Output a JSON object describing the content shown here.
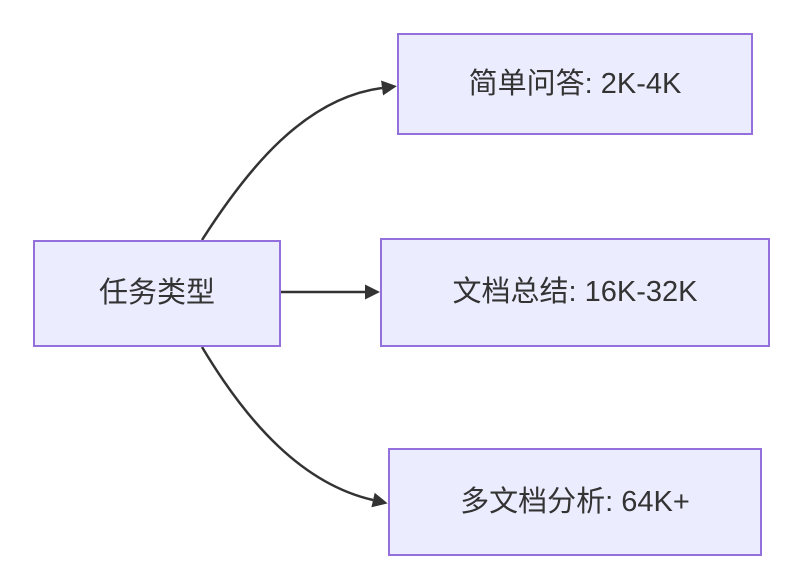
{
  "diagram": {
    "type": "flowchart",
    "direction": "left-to-right",
    "colors": {
      "background": "#FFFFFF",
      "node_fill": "#ECECFF",
      "node_border": "#9370DB",
      "edge_color": "#333333",
      "text_color": "#333333"
    },
    "nodes": {
      "root": {
        "id": "root",
        "label": "任务类型"
      },
      "simple_qa": {
        "id": "simple_qa",
        "label": "简单问答: 2K-4K"
      },
      "doc_sum": {
        "id": "doc_sum",
        "label": "文档总结: 16K-32K"
      },
      "multi_doc": {
        "id": "multi_doc",
        "label": "多文档分析: 64K+"
      }
    },
    "edges": [
      {
        "from": "root",
        "to": "simple_qa",
        "style": "curved-up",
        "arrowhead": "filled-triangle"
      },
      {
        "from": "root",
        "to": "doc_sum",
        "style": "straight",
        "arrowhead": "filled-triangle"
      },
      {
        "from": "root",
        "to": "multi_doc",
        "style": "curved-down",
        "arrowhead": "filled-triangle"
      }
    ]
  }
}
